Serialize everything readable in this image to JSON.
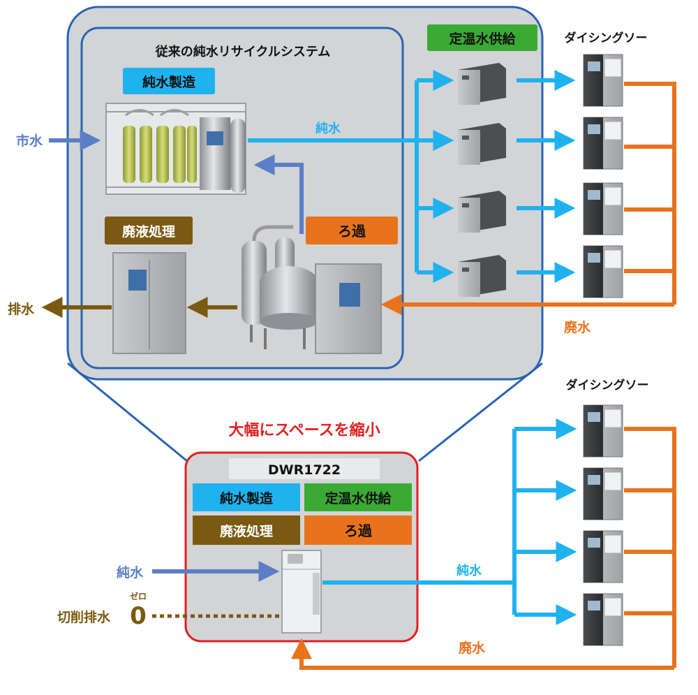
{
  "upper": {
    "title": "従来の純水リサイクルシステム",
    "pure_water_production": "純水製造",
    "constant_temp_supply": "定温水供給",
    "waste_treatment": "廃液処理",
    "filtration": "ろ過",
    "city_water": "市水",
    "pure_water": "純水",
    "drain": "排水",
    "waste_water": "廃水",
    "dicing_saw": "ダイシングソー"
  },
  "lower": {
    "headline": "大幅にスペースを縮小",
    "model": "DWR1722",
    "pure_water_production": "純水製造",
    "constant_temp_supply": "定温水供給",
    "waste_treatment": "廃液処理",
    "filtration": "ろ過",
    "pure_water_in": "純水",
    "pure_water_out": "純水",
    "cutting_drain": "切削排水",
    "zero_digit": "0",
    "zero_ruby": "ゼロ",
    "waste_water": "廃水",
    "dicing_saw": "ダイシングソー"
  },
  "colors": {
    "blue_arrow": "#1fb2ef",
    "city_arrow": "#5b7fc6",
    "orange": "#e8731c",
    "brown": "#7a5a12",
    "green": "#3aaa35",
    "red": "#e02020",
    "panel_border": "#2a64b4",
    "panel_fill": "#d3d4d6"
  }
}
